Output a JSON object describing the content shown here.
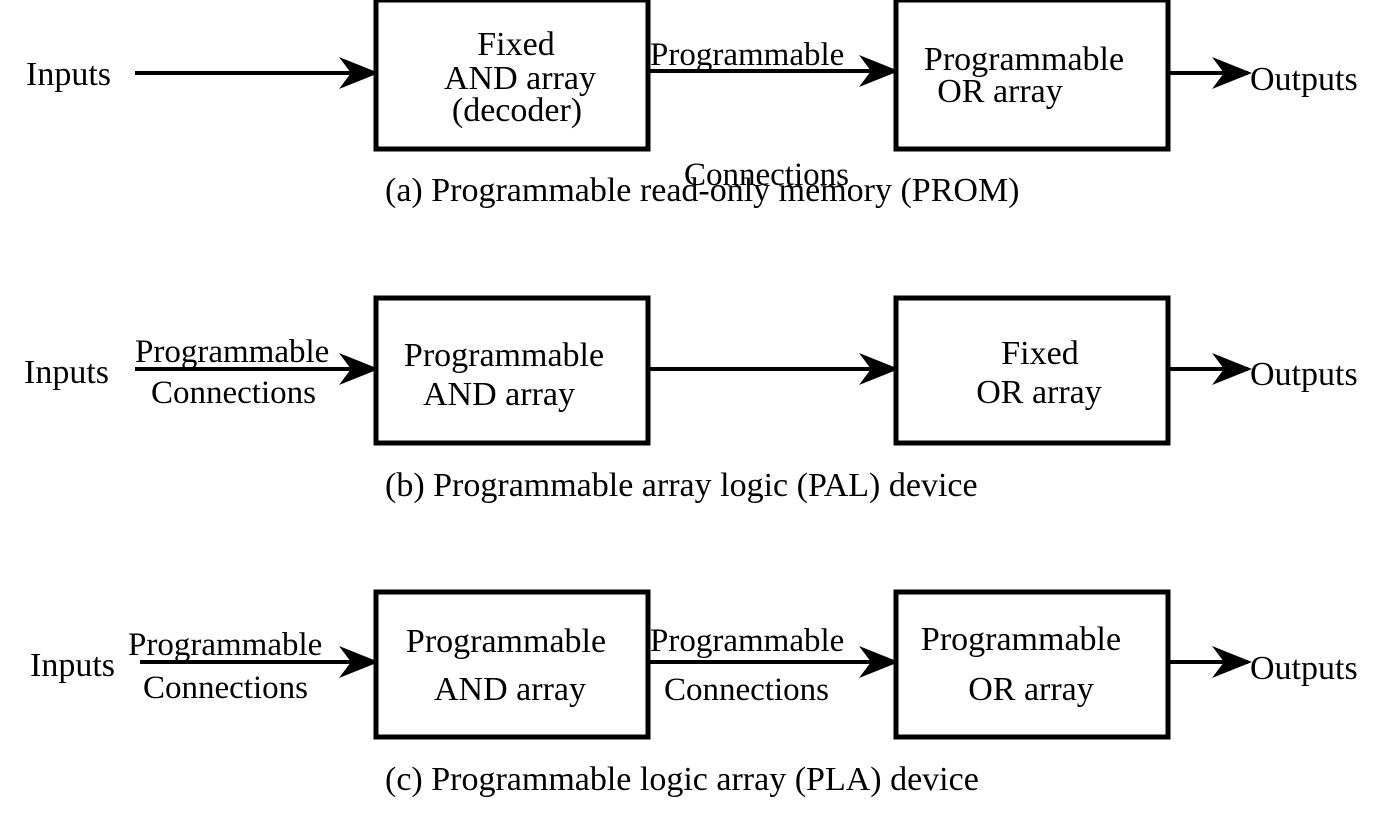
{
  "colors": {
    "box_stroke": "#000000",
    "arrow": "#000000",
    "text": "#000000",
    "programmable_text": "#3333ee"
  },
  "panels": {
    "a": {
      "inputs_label": "Inputs",
      "outputs_label": "Outputs",
      "and_box": {
        "line1": "Fixed",
        "line2": "AND array",
        "line3": "(decoder)"
      },
      "mid_connections": {
        "line1": "Programmable",
        "line2": "Connections"
      },
      "or_box": {
        "line1": "Programmable",
        "line2": "OR array"
      },
      "caption": "(a) Programmable read-only memory (PROM)"
    },
    "b": {
      "inputs_label": "Inputs",
      "outputs_label": "Outputs",
      "input_connections": {
        "line1": "Programmable",
        "line2": "Connections"
      },
      "and_box": {
        "line1": "Programmable",
        "line2": "AND array"
      },
      "or_box": {
        "line1": "Fixed",
        "line2": "OR array"
      },
      "caption": "(b) Programmable array logic (PAL) device"
    },
    "c": {
      "inputs_label": "Inputs",
      "outputs_label": "Outputs",
      "input_connections": {
        "line1": "Programmable",
        "line2": "Connections"
      },
      "and_box": {
        "line1": "Programmable",
        "line2": "AND array"
      },
      "mid_connections": {
        "line1": "Programmable",
        "line2": "Connections"
      },
      "or_box": {
        "line1": "Programmable",
        "line2": "OR array"
      },
      "caption": "(c) Programmable logic array (PLA) device"
    }
  }
}
